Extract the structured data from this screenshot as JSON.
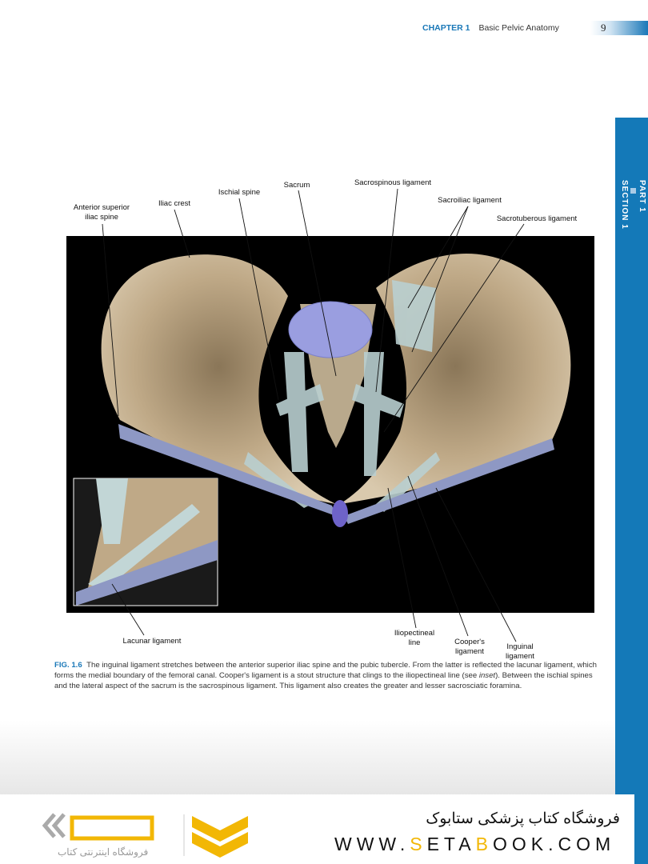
{
  "header": {
    "chapter": "CHAPTER 1",
    "chapter_title": "Basic Pelvic Anatomy",
    "page_number": "9"
  },
  "side_tab": {
    "part": "PART 1",
    "section": "SECTION 1",
    "color": "#1479b8"
  },
  "figure": {
    "labels": {
      "asis_1": "Anterior superior",
      "asis_2": "iliac spine",
      "iliac_crest": "Iliac crest",
      "ischial_spine": "Ischial spine",
      "sacrum": "Sacrum",
      "sacrospinous": "Sacrospinous ligament",
      "sacroiliac": "Sacroiliac ligament",
      "sacrotuberous": "Sacrotuberous ligament",
      "lacunar": "Lacunar ligament",
      "iliopectineal_1": "Iliopectineal",
      "iliopectineal_2": "line",
      "coopers_1": "Cooper's",
      "coopers_2": "ligament",
      "inguinal_1": "Inguinal",
      "inguinal_2": "ligament"
    }
  },
  "caption": {
    "fig_number": "FIG. 1.6",
    "text_1": "The inguinal ligament stretches between the anterior superior iliac spine and the pubic tubercle. From the latter is reflected the lacunar ligament, which forms the medial boundary of the femoral canal. Cooper's ligament is a stout structure that clings to the iliopectineal line (see ",
    "text_italic": "inset",
    "text_2": "). Between the ischial spines and the lateral aspect of the sacrum is the sacrospinous ligament. This ligament also creates the greater and lesser sacrosciatic foramina."
  },
  "footer": {
    "store_name_fa": "فروشگاه کتاب پزشکی ستابوک",
    "url_pre": "WWW.",
    "url_s": "S",
    "url_mid": "ETA",
    "url_b": "B",
    "url_post": "OOK.COM",
    "logo_sub_fa": "فروشگاه اینترنتی کتاب",
    "accent": "#f2b705"
  }
}
